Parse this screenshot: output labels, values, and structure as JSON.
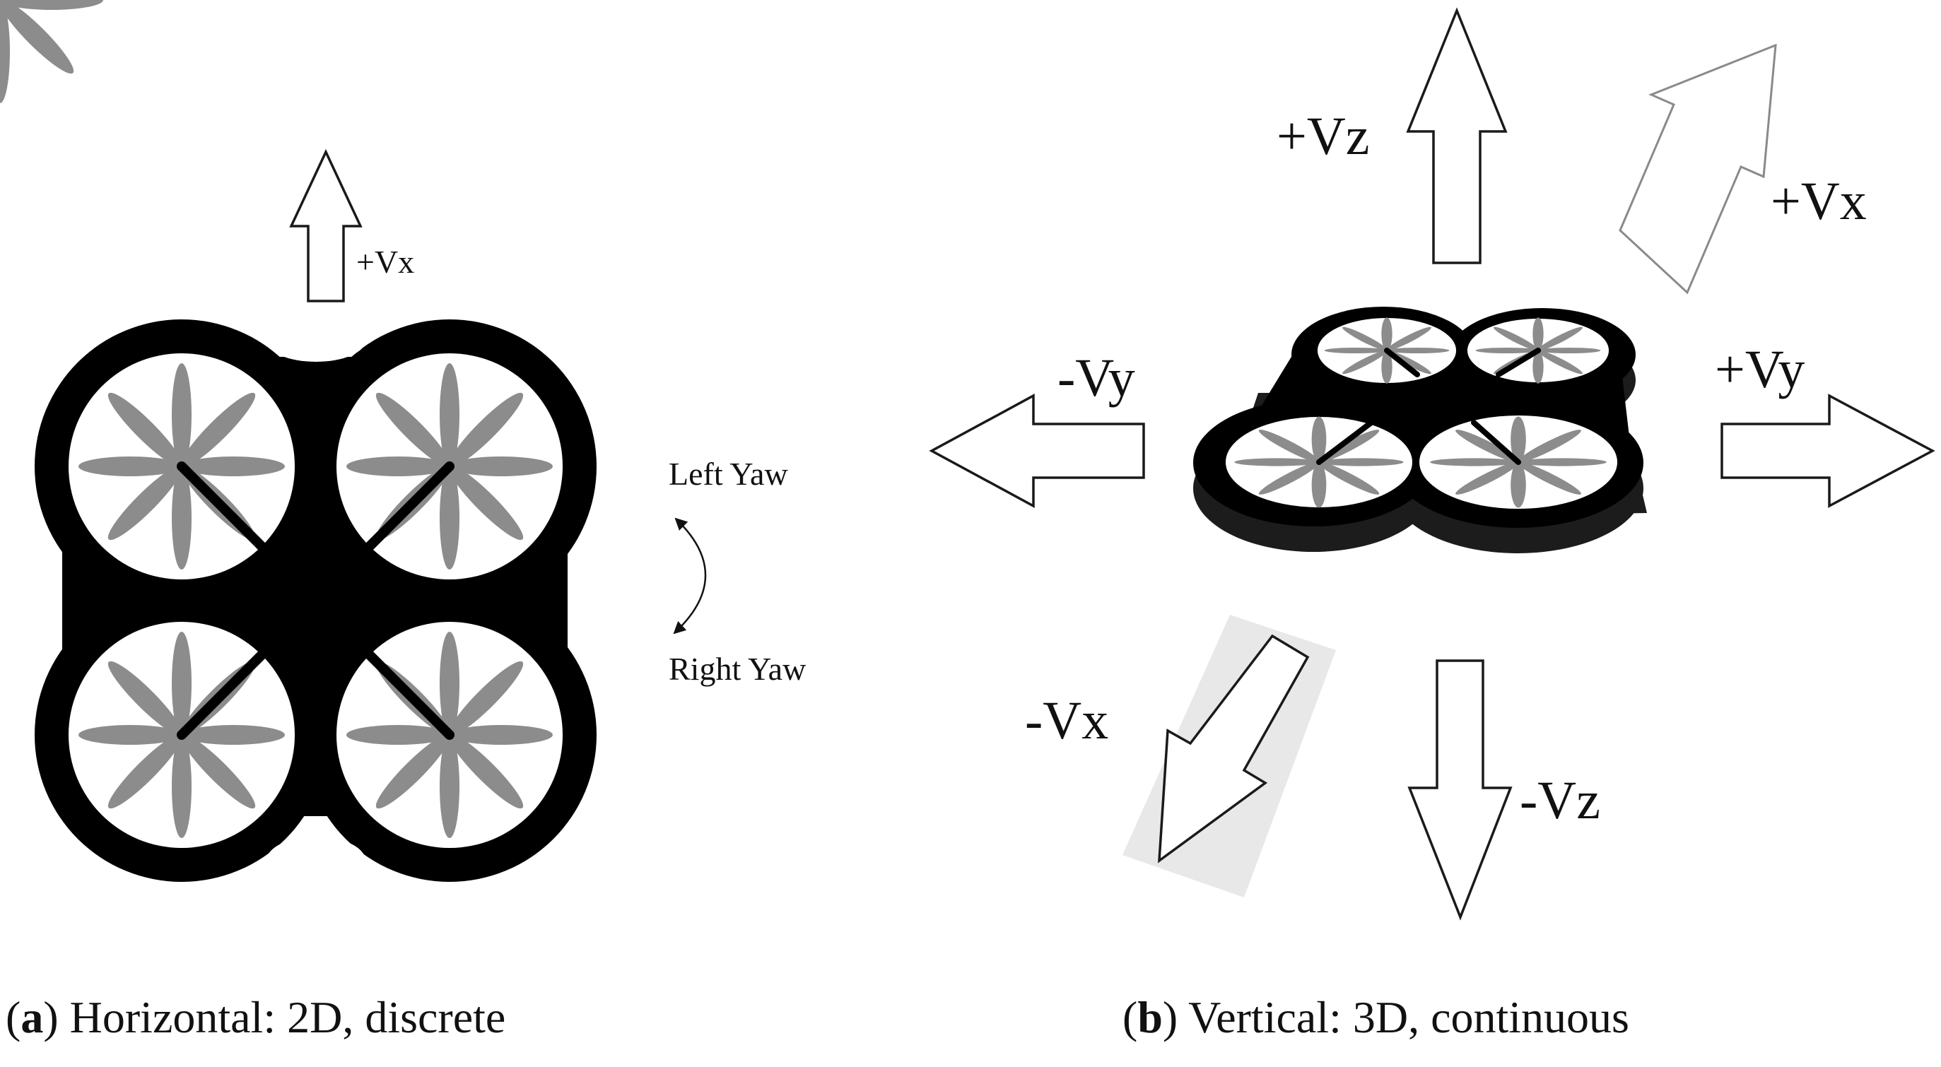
{
  "panel_a": {
    "arrow_label": "+Vx",
    "yaw_left_label": "Left Yaw",
    "yaw_right_label": "Right Yaw",
    "caption": {
      "open_paren": "(",
      "letter": "a",
      "close_and_text": ") Horizontal: 2D, discrete"
    }
  },
  "panel_b": {
    "labels": {
      "plus_vz": "+Vz",
      "minus_vz": "-Vz",
      "plus_vx": "+Vx",
      "minus_vx": "-Vx",
      "plus_vy": "+Vy",
      "minus_vy": "-Vy"
    },
    "caption": {
      "open_paren": "(",
      "letter": "b",
      "close_and_text": ") Vertical: 3D, continuous"
    }
  },
  "colors": {
    "frame": "#000000",
    "blade": "#8c8c8c",
    "arrow_outline": "#1a1a1a",
    "shadow": "#e8e8e8"
  },
  "icons": [
    "quadcopter-top-view-icon",
    "quadcopter-perspective-icon",
    "arrow-icon",
    "curved-double-arrow-icon"
  ]
}
